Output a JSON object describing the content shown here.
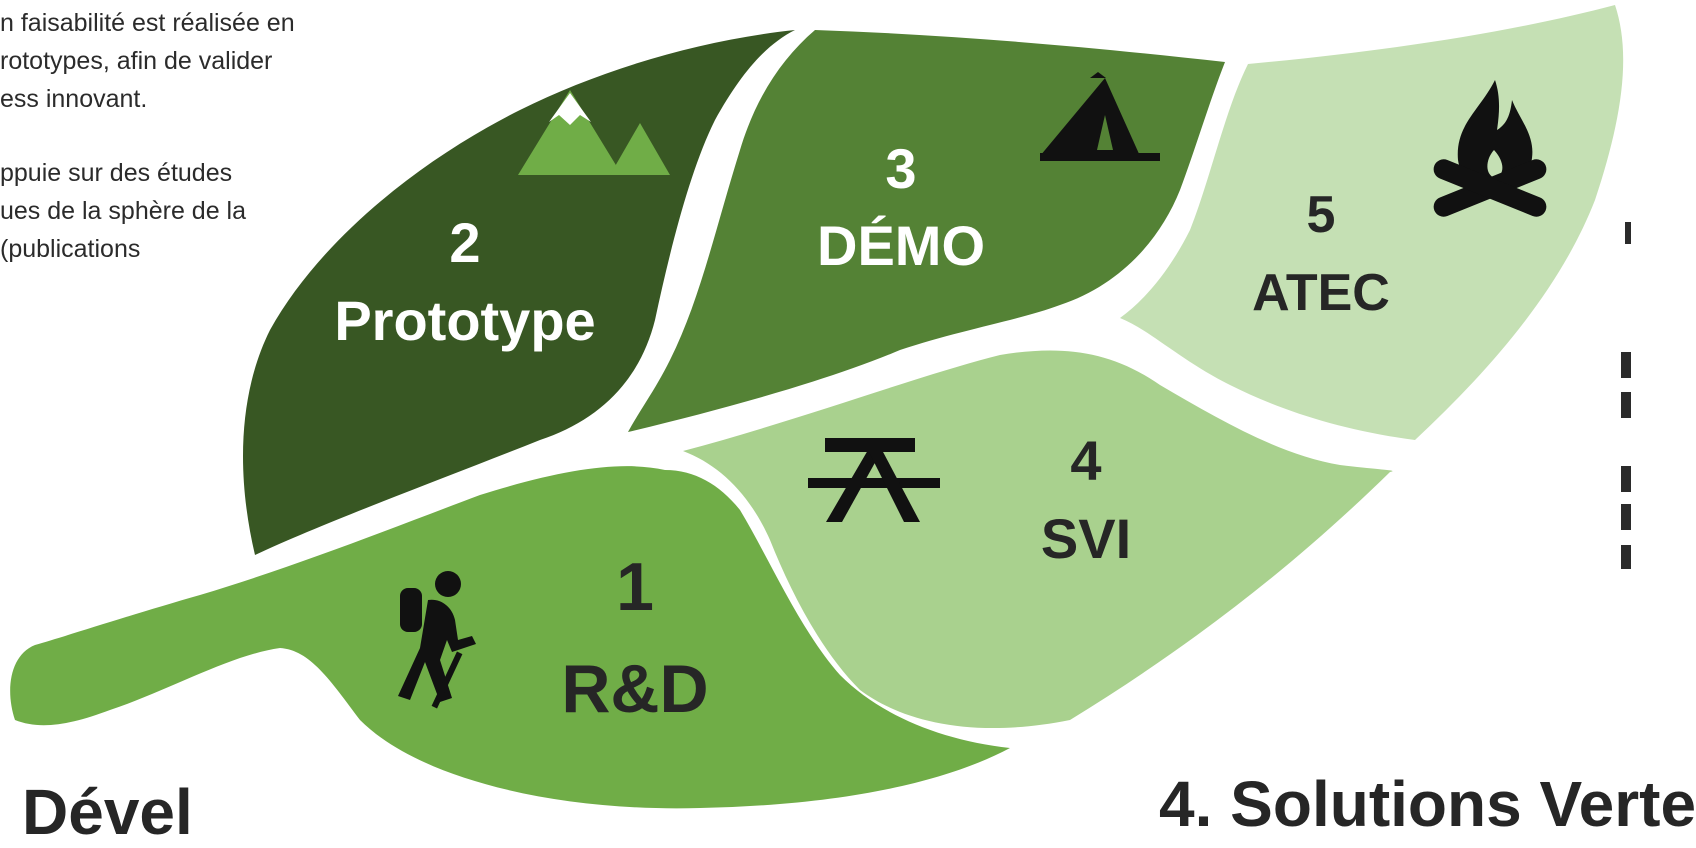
{
  "left_text": {
    "para1": [
      "n faisabilité est réalisée en",
      "rototypes, afin de valider",
      "ess innovant."
    ],
    "para2": [
      "ppuie sur des études",
      "ues de la sphère de la",
      " (publications"
    ]
  },
  "stages": [
    {
      "number": "1",
      "name": "R&D",
      "icon": "hiker-icon",
      "color": "#70ad47",
      "text_color": "#262626"
    },
    {
      "number": "2",
      "name": "Prototype",
      "icon": "mountain-icon",
      "color": "#385723",
      "text_color": "#ffffff"
    },
    {
      "number": "3",
      "name": "DÉMO",
      "icon": "tent-icon",
      "color": "#548235",
      "text_color": "#ffffff"
    },
    {
      "number": "4",
      "name": "SVI",
      "icon": "picnic-table-icon",
      "color": "#a9d18e",
      "text_color": "#262626"
    },
    {
      "number": "5",
      "name": "ATEC",
      "icon": "campfire-icon",
      "color": "#c5e0b4",
      "text_color": "#262626"
    }
  ],
  "bottom_left_heading": "Dével",
  "bottom_right_heading": "4. Solutions Verte"
}
